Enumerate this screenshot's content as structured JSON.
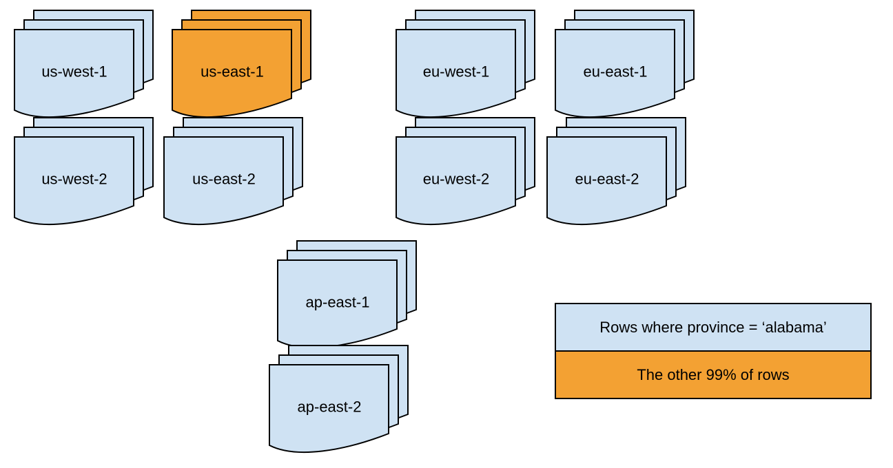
{
  "colors": {
    "partition_fill": "#cfe2f3",
    "highlight_fill": "#f3a133",
    "stroke": "#000000",
    "background": "#ffffff"
  },
  "stacks": [
    {
      "label": "us-west-1",
      "highlighted": false
    },
    {
      "label": "us-east-1",
      "highlighted": true
    },
    {
      "label": "eu-west-1",
      "highlighted": false
    },
    {
      "label": "eu-east-1",
      "highlighted": false
    },
    {
      "label": "us-west-2",
      "highlighted": false
    },
    {
      "label": "us-east-2",
      "highlighted": false
    },
    {
      "label": "eu-west-2",
      "highlighted": false
    },
    {
      "label": "eu-east-2",
      "highlighted": false
    },
    {
      "label": "ap-east-1",
      "highlighted": false
    },
    {
      "label": "ap-east-2",
      "highlighted": false
    }
  ],
  "legend": {
    "items": [
      {
        "label": "Rows where province = ‘alabama’",
        "highlighted": false
      },
      {
        "label": "The other 99% of rows",
        "highlighted": true
      }
    ]
  }
}
